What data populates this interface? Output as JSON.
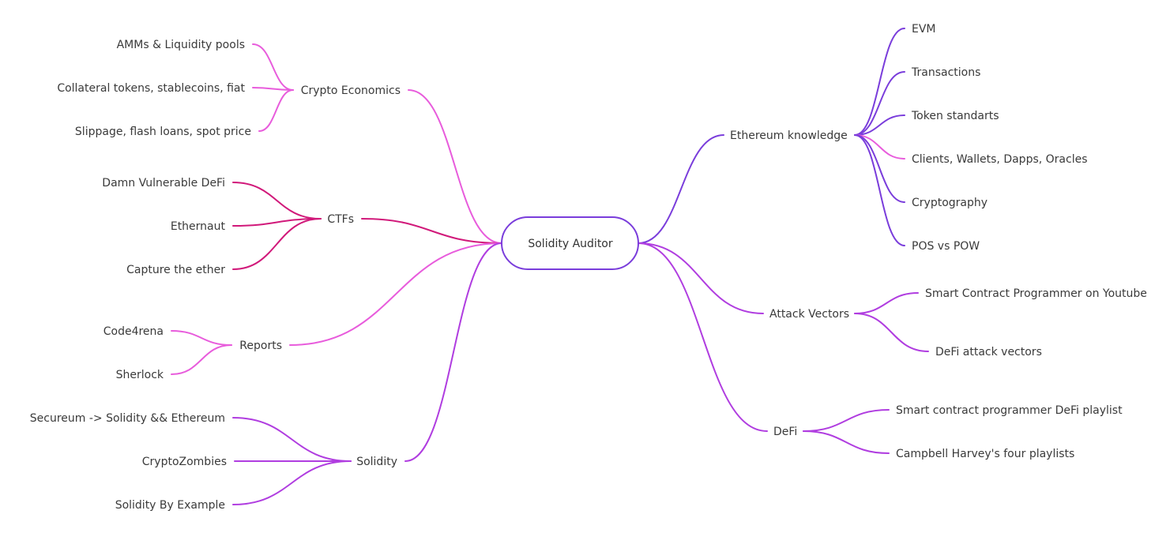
{
  "colors": {
    "pink": "#e85cdc",
    "crimson": "#d1197a",
    "purple": "#b03de0",
    "violet": "#7a3ddb",
    "text": "#3a3a3a"
  },
  "root": {
    "label": "Solidity Auditor"
  },
  "left": [
    {
      "label": "Crypto Economics",
      "color": "pink",
      "children": [
        {
          "label": "AMMs & Liquidity pools"
        },
        {
          "label": "Collateral tokens, stablecoins, fiat"
        },
        {
          "label": "Slippage, flash loans, spot price"
        }
      ]
    },
    {
      "label": "CTFs",
      "color": "crimson",
      "children": [
        {
          "label": "Damn Vulnerable DeFi"
        },
        {
          "label": "Ethernaut"
        },
        {
          "label": "Capture the ether"
        }
      ]
    },
    {
      "label": "Reports",
      "color": "pink",
      "children": [
        {
          "label": "Code4rena"
        },
        {
          "label": "Sherlock"
        }
      ]
    },
    {
      "label": "Solidity",
      "color": "purple",
      "children": [
        {
          "label": "Secureum -> Solidity && Ethereum"
        },
        {
          "label": "CryptoZombies"
        },
        {
          "label": "Solidity By Example"
        }
      ]
    }
  ],
  "right": [
    {
      "label": "Ethereum knowledge",
      "color": "violet",
      "children": [
        {
          "label": "EVM"
        },
        {
          "label": "Transactions"
        },
        {
          "label": "Token standarts"
        },
        {
          "label": "Clients, Wallets, Dapps, Oracles",
          "color": "pink"
        },
        {
          "label": "Cryptography"
        },
        {
          "label": "POS vs POW"
        }
      ]
    },
    {
      "label": "Attack Vectors",
      "color": "purple",
      "children": [
        {
          "label": "Smart Contract Programmer on Youtube"
        },
        {
          "label": "DeFi attack vectors"
        }
      ]
    },
    {
      "label": "DeFi",
      "color": "purple",
      "children": [
        {
          "label": "Smart contract programmer DeFi playlist"
        },
        {
          "label": "Campbell Harvey's four playlists"
        }
      ]
    }
  ]
}
